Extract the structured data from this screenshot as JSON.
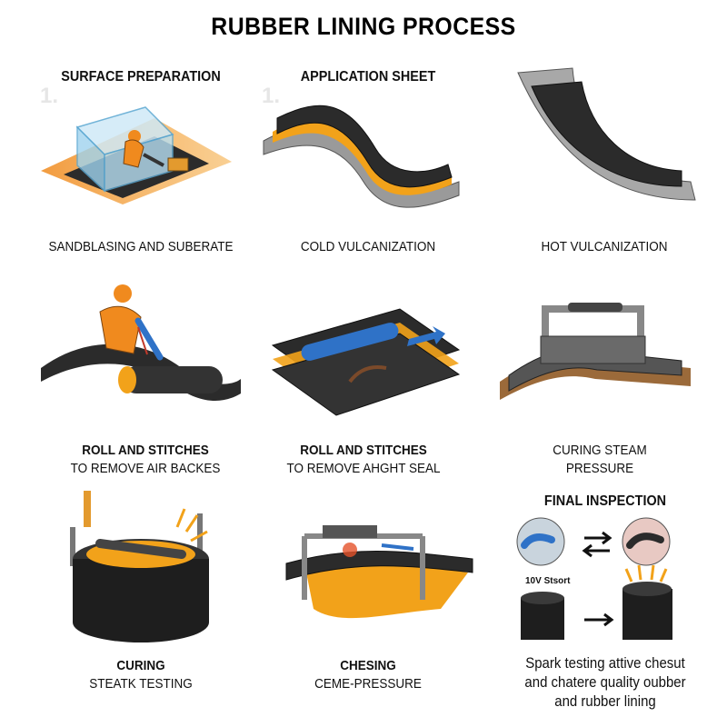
{
  "title": "RUBBER LINING PROCESS",
  "panels": [
    {
      "heading": "SURFACE PREPARATION",
      "caption": "SANDBLASING AND SUBERATE",
      "ghost_num": "1."
    },
    {
      "heading": "APPLICATION SHEET",
      "caption": "COLD VULCANIZATION",
      "ghost_num": "1."
    },
    {
      "caption": "HOT VULCANIZATION"
    },
    {
      "caption_line1": "ROLL AND STITCHES",
      "caption_line2": "TO REMOVE AIR BACKES"
    },
    {
      "caption_line1": "ROLL AND STITCHES",
      "caption_line2": "TO REMOVE AHGHT SEAL"
    },
    {
      "caption_line1": "CURING STEAM",
      "caption_line2": "PRESSURE"
    },
    {
      "caption_line1": "CURING",
      "caption_line2": "STEATK TESTING"
    },
    {
      "caption_line1": "CHESING",
      "caption_line2": "CEME-PRESSURE"
    }
  ],
  "final_inspection": {
    "heading": "FINAL INSPECTION",
    "label": "10V Stsort",
    "note_line1": "Spark testing attive chesut",
    "note_line2": "and chatere quality oubber",
    "note_line3": "and rubber lining"
  },
  "colors": {
    "rubber": "#2b2b2b",
    "steel": "#9a9a9a",
    "adhesive": "#f2a21a",
    "water": "#7fc4e6",
    "worker": "#f08a1e",
    "arrow_blue": "#2f72c7",
    "bronze": "#9b6a3a"
  }
}
